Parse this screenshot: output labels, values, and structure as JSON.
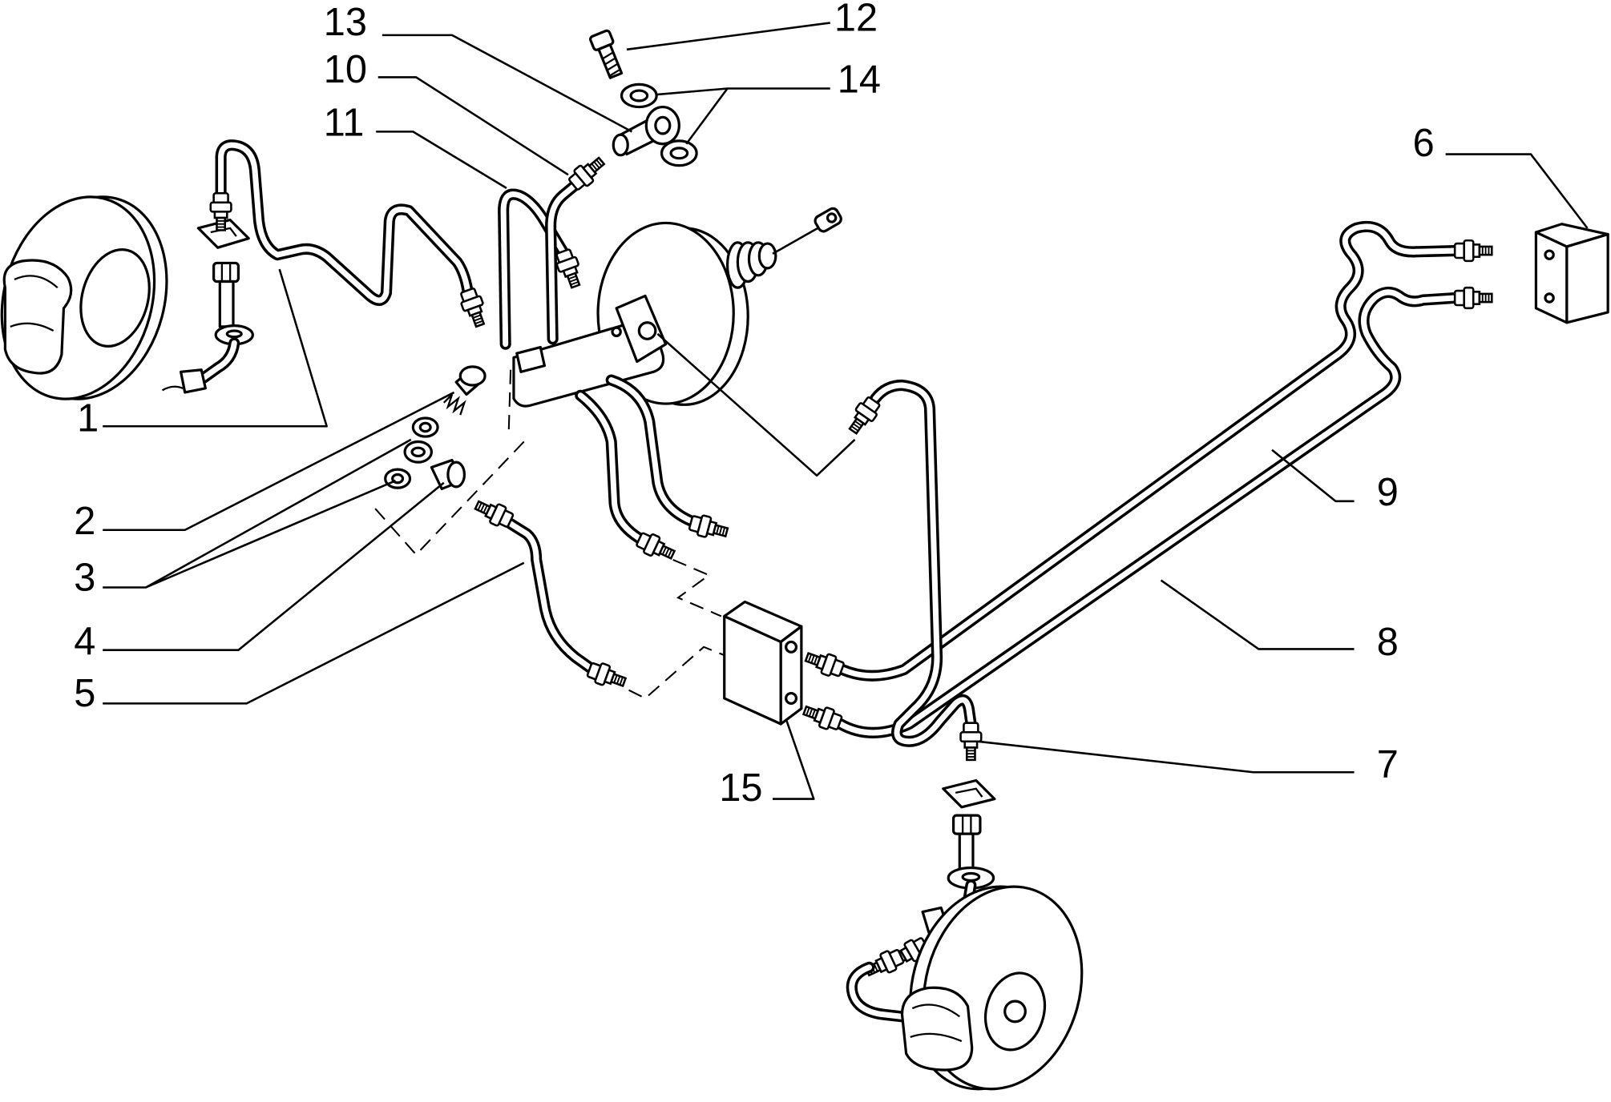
{
  "callouts": [
    {
      "label": "1"
    },
    {
      "label": "2"
    },
    {
      "label": "3"
    },
    {
      "label": "4"
    },
    {
      "label": "5"
    },
    {
      "label": "6"
    },
    {
      "label": "7"
    },
    {
      "label": "8"
    },
    {
      "label": "9"
    },
    {
      "label": "10"
    },
    {
      "label": "11"
    },
    {
      "label": "12"
    },
    {
      "label": "13"
    },
    {
      "label": "14"
    },
    {
      "label": "15"
    }
  ]
}
